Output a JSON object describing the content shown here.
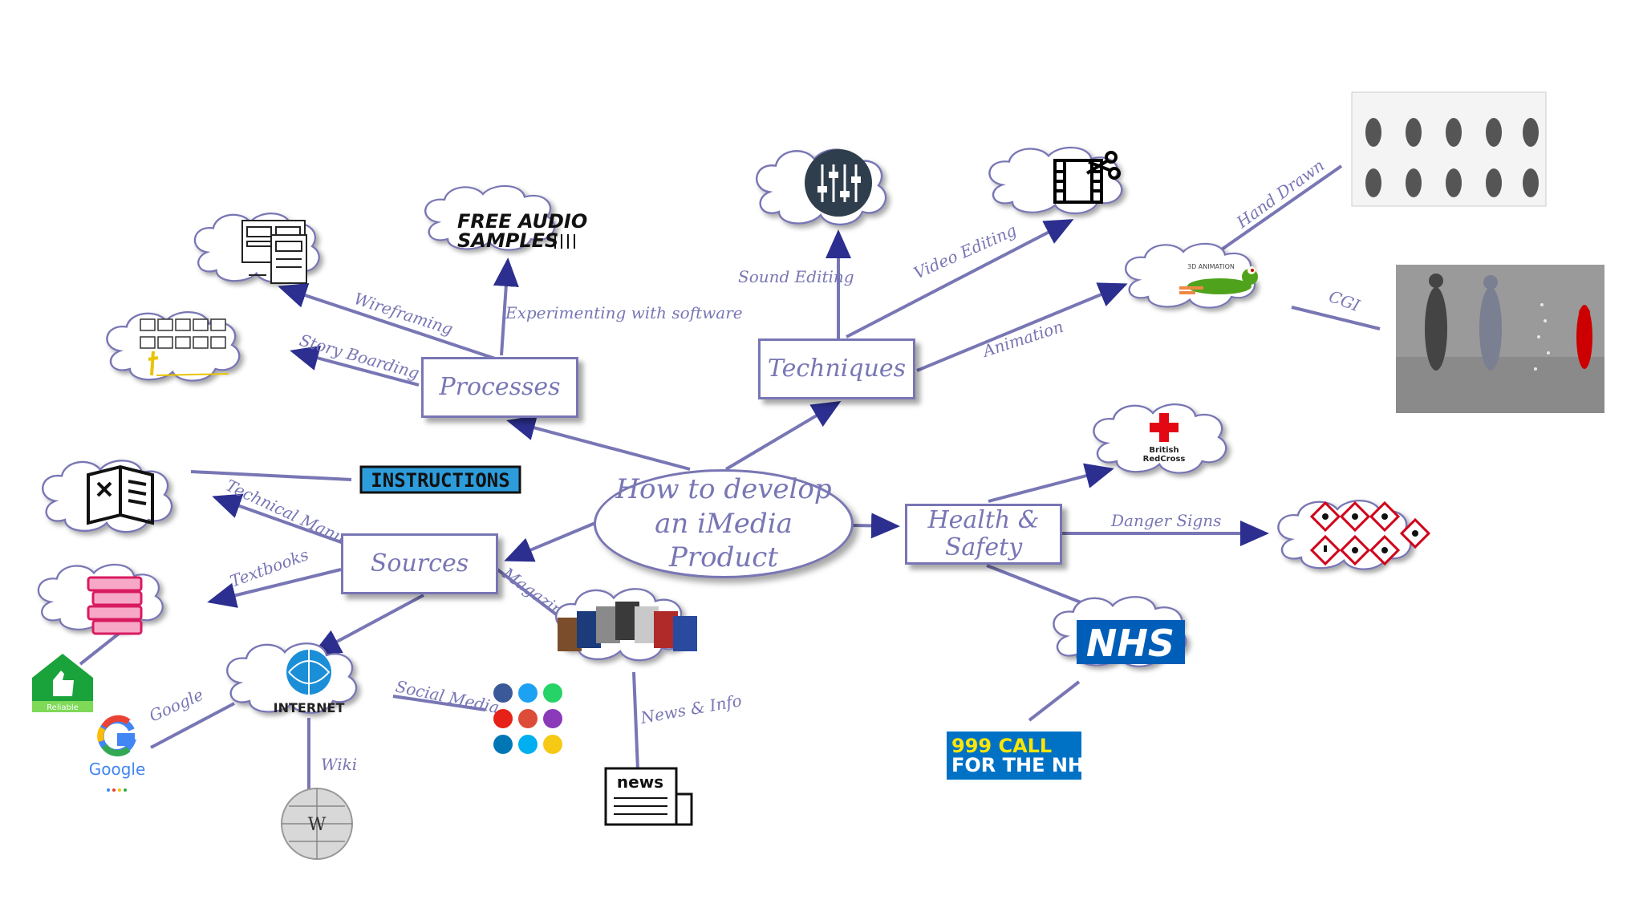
{
  "central": {
    "line1": "How to develop",
    "line2": "an iMedia Product"
  },
  "nodes": {
    "processes": "Processes",
    "techniques": "Techniques",
    "sources": "Sources",
    "health_safety": "Health & Safety"
  },
  "edge_labels": {
    "wireframing": "Wireframing",
    "story_boarding": "Story Boarding",
    "experimenting": "Experimenting with software",
    "sound_editing": "Sound Editing",
    "video_editing": "Video Editing",
    "animation": "Animation",
    "hand_drawn": "Hand Drawn",
    "cgi": "CGI",
    "technical_manuals": "Technical Manuals",
    "textbooks": "Textbooks",
    "magazines": "Magazines",
    "social_media": "Social Media",
    "google": "Google",
    "wiki": "Wiki",
    "news_info": "News & Info",
    "danger_signs": "Danger Signs"
  },
  "image_text": {
    "free_audio_line1": "FREE AUDIO",
    "free_audio_line2": "SAMPLES",
    "instructions": "INSTRUCTIONS",
    "internet": "INTERNET",
    "reliable": "Reliable",
    "google_word": "Google",
    "news": "news",
    "british_redcross_1": "British",
    "british_redcross_2": "RedCross",
    "nhs": "NHS",
    "call999_line1": "999 CALL",
    "call999_line2": "FOR THE NHS",
    "anim3d": "3D ANIMATION"
  },
  "colors": {
    "line": "#7876b4",
    "arrow": "#2c2f8f",
    "text": "#7876b4",
    "nhs_blue": "#005eb8",
    "red_cross": "#e30613"
  }
}
